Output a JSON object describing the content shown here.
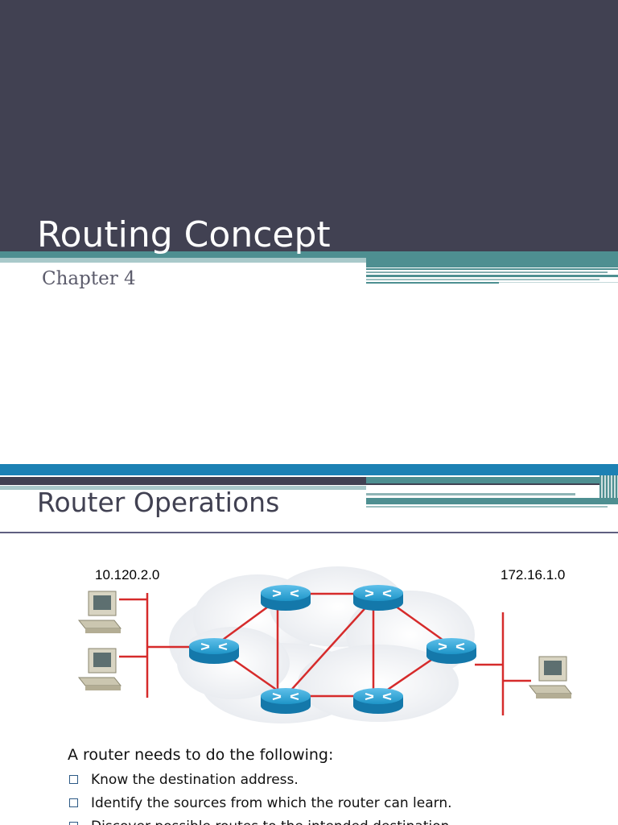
{
  "slide1": {
    "title": "Routing Concept",
    "subtitle": "Chapter 4"
  },
  "slide2": {
    "title": "Router Operations",
    "diagram": {
      "left_network": "10.120.2.0",
      "right_network": "172.16.1.0"
    },
    "heading": "A router needs to do the following:",
    "bullets": [
      "Know the destination address.",
      "Identify the sources from which the router can learn.",
      "Discover possible routes to the intended destination."
    ]
  },
  "colors": {
    "title_band": "#414152",
    "teal_accent": "#4e8f91",
    "blue_bar": "#1c81b4",
    "router_blue": "#1e95c8",
    "link_red": "#d62b2b"
  }
}
